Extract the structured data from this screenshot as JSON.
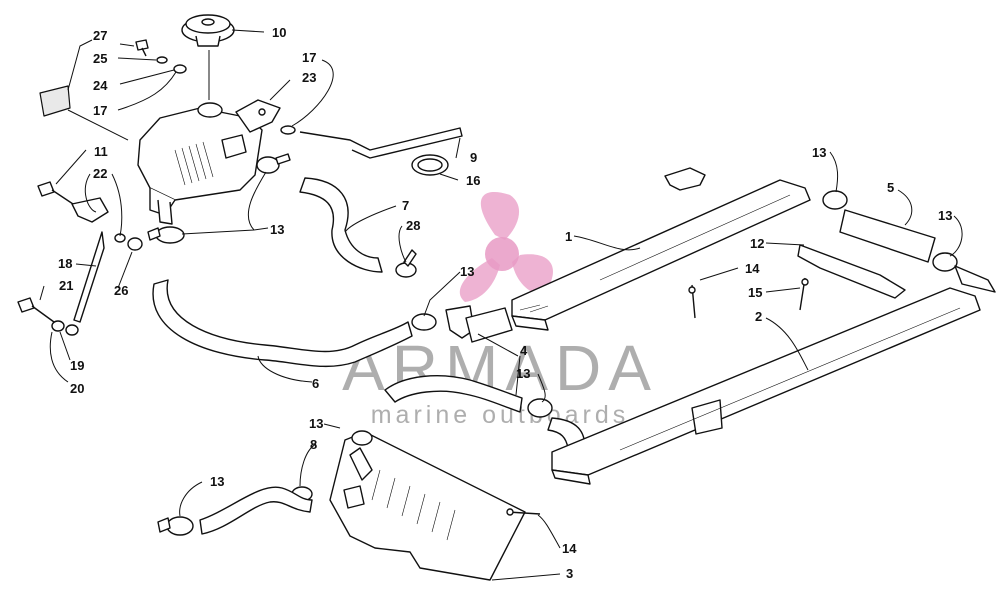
{
  "callouts": [
    {
      "id": "c27a",
      "text": "27"
    },
    {
      "id": "c25",
      "text": "25"
    },
    {
      "id": "c24",
      "text": "24"
    },
    {
      "id": "c17a",
      "text": "17"
    },
    {
      "id": "c10",
      "text": "10"
    },
    {
      "id": "c17b",
      "text": "17"
    },
    {
      "id": "c23",
      "text": "23"
    },
    {
      "id": "c9",
      "text": "9"
    },
    {
      "id": "c16",
      "text": "16"
    },
    {
      "id": "c11",
      "text": "11"
    },
    {
      "id": "c22",
      "text": "22"
    },
    {
      "id": "c7",
      "text": "7"
    },
    {
      "id": "c28",
      "text": "28"
    },
    {
      "id": "c13a",
      "text": "13"
    },
    {
      "id": "c18",
      "text": "18"
    },
    {
      "id": "c26",
      "text": "26"
    },
    {
      "id": "c21",
      "text": "21"
    },
    {
      "id": "c19",
      "text": "19"
    },
    {
      "id": "c20",
      "text": "20"
    },
    {
      "id": "c6",
      "text": "6"
    },
    {
      "id": "c13b",
      "text": "13"
    },
    {
      "id": "c4",
      "text": "4"
    },
    {
      "id": "c13c",
      "text": "13"
    },
    {
      "id": "c1",
      "text": "1"
    },
    {
      "id": "c13d",
      "text": "13"
    },
    {
      "id": "c5",
      "text": "5"
    },
    {
      "id": "c13e",
      "text": "13"
    },
    {
      "id": "c12",
      "text": "12"
    },
    {
      "id": "c14a",
      "text": "14"
    },
    {
      "id": "c15",
      "text": "15"
    },
    {
      "id": "c2",
      "text": "2"
    },
    {
      "id": "c13f",
      "text": "13"
    },
    {
      "id": "c8",
      "text": "8"
    },
    {
      "id": "c13g",
      "text": "13"
    },
    {
      "id": "c14b",
      "text": "14"
    },
    {
      "id": "c3",
      "text": "3"
    }
  ],
  "watermark": {
    "brand": "ARMADA",
    "tagline": "marine outboards",
    "logo_color": "#e89ac4",
    "text_color": "#8f8f8f"
  }
}
